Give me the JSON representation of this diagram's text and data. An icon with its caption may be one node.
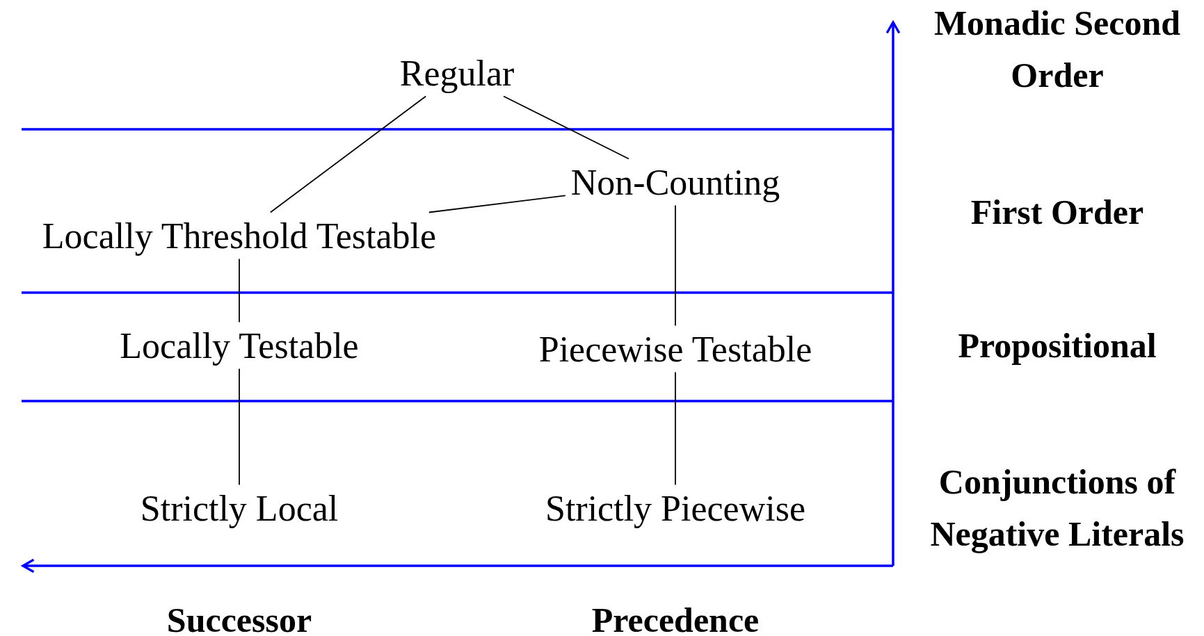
{
  "diagram": {
    "nodes": [
      {
        "text": [
          "Regular"
        ]
      },
      {
        "text": [
          "Non-Counting"
        ]
      },
      {
        "text": [
          "Locally Threshold Testable"
        ]
      },
      {
        "text": [
          "Locally Testable"
        ]
      },
      {
        "text": [
          "Piecewise Testable"
        ]
      },
      {
        "text": [
          "Strictly Local"
        ]
      },
      {
        "text": [
          "Strictly Piecewise"
        ]
      }
    ],
    "edges": [
      {
        "from": 0,
        "to": 2,
        "arrow": "none"
      },
      {
        "from": 0,
        "to": 1,
        "arrow": "none"
      },
      {
        "from": 1,
        "to": 2,
        "arrow": "none"
      },
      {
        "from": 2,
        "to": 3,
        "arrow": "none"
      },
      {
        "from": 1,
        "to": 4,
        "arrow": "none"
      },
      {
        "from": 3,
        "to": 5,
        "arrow": "none"
      },
      {
        "from": 4,
        "to": 6,
        "arrow": "none"
      }
    ],
    "labels": [
      "Monadic Second Order",
      "First Order",
      "Propositional",
      "Conjunctions of Negative Literals",
      "Successor",
      "Precedence"
    ]
  }
}
